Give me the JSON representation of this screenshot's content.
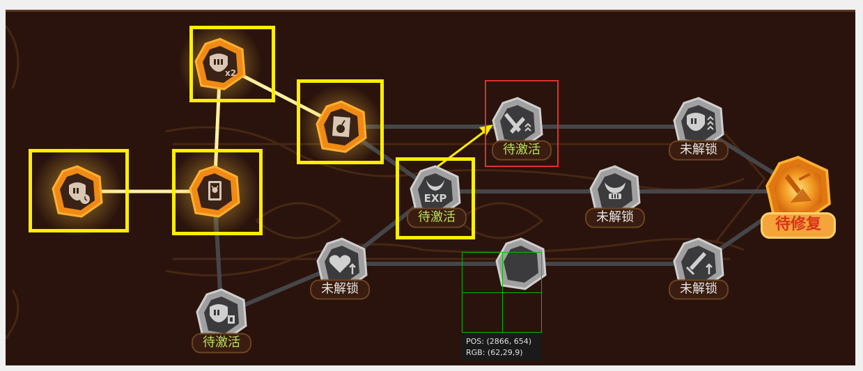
{
  "nodes": {
    "shield_clock": {
      "state": "active"
    },
    "shield_x2": {
      "state": "active",
      "badge": "x2"
    },
    "scroll_bomb": {
      "state": "active"
    },
    "monster_card": {
      "state": "active"
    },
    "sword_chevron": {
      "state": "pending",
      "label": "待激活"
    },
    "exp_horns": {
      "state": "pending",
      "glyph": "EXP",
      "label": "待激活"
    },
    "shield_bracket": {
      "state": "pending",
      "label": "待激活"
    },
    "heart_up": {
      "state": "locked",
      "label": "未解锁"
    },
    "hidden_green": {
      "state": "locked"
    },
    "shield_chevron": {
      "state": "locked",
      "label": "未解锁"
    },
    "horns_monster": {
      "state": "locked",
      "label": "未解锁"
    },
    "sword_up": {
      "state": "locked",
      "label": "未解锁"
    },
    "final_boss": {
      "state": "repair",
      "label": "待修复"
    }
  },
  "inspector": {
    "pos_label": "POS:",
    "pos_value": "(2866, 654)",
    "rgb_label": "RGB:",
    "rgb_value": "(62,29,9)"
  },
  "colors": {
    "background": "#2a130c",
    "active_orange": "#f08a14",
    "locked_gray": "#a0a0a0",
    "glow_line": "#fff0a0",
    "highlight_yellow": "#ffee00",
    "highlight_red": "#e03030",
    "pending_green": "#b5e05a"
  }
}
